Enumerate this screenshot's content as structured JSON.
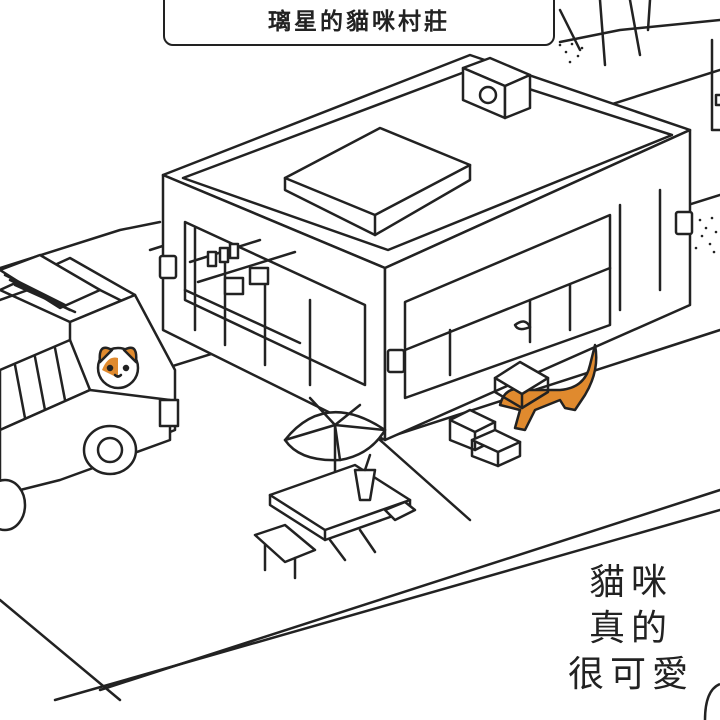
{
  "title": "璃星的貓咪村莊",
  "slogan": {
    "line1": "貓咪",
    "line2": "真的",
    "line3": "很可愛"
  },
  "colors": {
    "ink": "#222222",
    "cat_orange": "#e08a2e",
    "paper": "#ffffff"
  }
}
